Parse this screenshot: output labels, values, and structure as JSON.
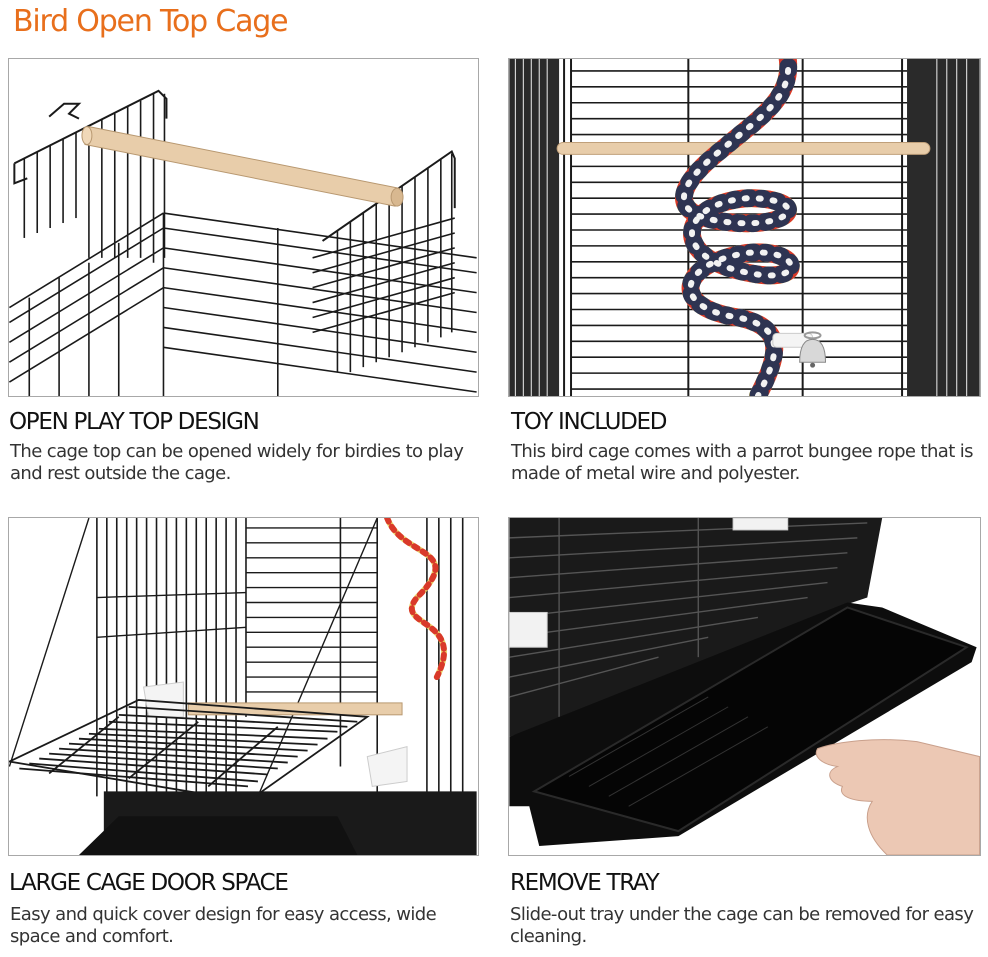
{
  "header": {
    "title": "Bird Open Top Cage",
    "title_color": "#e86f1c"
  },
  "features": [
    {
      "heading": "OPEN PLAY TOP DESIGN",
      "description": "The cage top can be opened widely for birdies to play and rest outside the cage.",
      "image": "open-top-cage-with-perch-photo"
    },
    {
      "heading": "TOY INCLUDED",
      "description": "This bird cage comes with a parrot bungee rope that is made of metal wire and polyester.",
      "image": "bungee-rope-toy-with-bell-photo"
    },
    {
      "heading": "LARGE CAGE DOOR SPACE",
      "description": "Easy and quick cover design for easy access, wide space and comfort.",
      "image": "open-cage-door-photo"
    },
    {
      "heading": "REMOVE TRAY",
      "description": "Slide-out tray under the cage can be removed for easy cleaning.",
      "image": "slide-out-tray-photo"
    }
  ],
  "colors": {
    "wire": "#1a1a1a",
    "perch": "#e8cdaa",
    "tray": "#0d0d0d",
    "rope": [
      "#d9392a",
      "#e9d56a",
      "#2e3452",
      "#f2f2f2"
    ]
  }
}
